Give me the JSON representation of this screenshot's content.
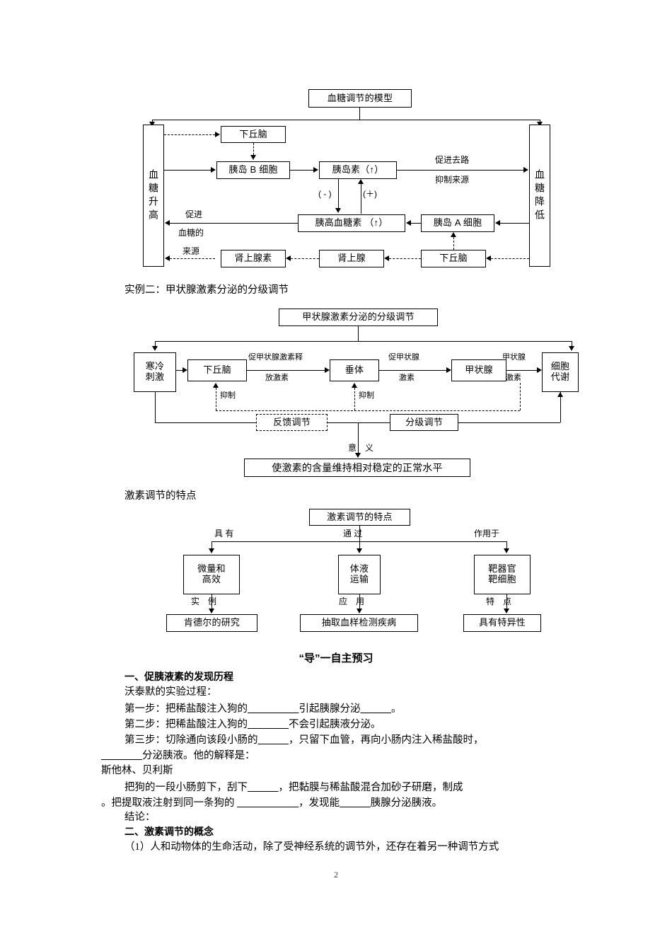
{
  "document": {
    "page_number": "2"
  },
  "diagram1": {
    "title": "血糖调节的模型",
    "left_column": "血糖升高",
    "right_column": "血糖降低",
    "nodes": {
      "hypothalamus_top": "下丘脑",
      "islet_b": "胰岛 B 细胞",
      "insulin": "胰岛素（↑）",
      "glucagon": "胰高血糖素 （↑）",
      "islet_a": "胰岛 A 细胞",
      "adrenaline": "肾上腺素",
      "adrenal_gland": "肾上腺",
      "hypothalamus_bottom": "下丘脑"
    },
    "labels": {
      "promote_outlet": "促进去路",
      "inhibit_source": "抑制来源",
      "minus": "( - )",
      "plus": "(＋)",
      "promote_1": "促进",
      "promote_2": "血糖的",
      "promote_3": "来源"
    }
  },
  "case2_intro": "实例二：甲状腺激素分泌的分级调节",
  "diagram2": {
    "title": "甲状腺激素分泌的分级调节",
    "nodes": {
      "cold_stimulus": "寒冷\n刺激",
      "hypothalamus": "下丘脑",
      "pituitary": "垂体",
      "thyroid": "甲状腺",
      "cell_metabolism": "细胞\n代谢",
      "feedback_regulation": "反馈调节",
      "hierarchical_regulation": "分级调节",
      "significance_box": "使激素的含量维持相对稳定的正常水平"
    },
    "labels": {
      "trh_1": "促甲状腺激素释",
      "trh_2": "放激素",
      "tsh_1": "促甲状腺",
      "tsh_2": "激素",
      "th_1": "甲状腺",
      "th_2": "激素",
      "inhibit_1": "抑制",
      "inhibit_2": "抑制",
      "meaning": "意　义"
    }
  },
  "features_intro": "激素调节的特点",
  "diagram3": {
    "title": "激素调节的特点",
    "branch_labels": [
      "具 有",
      "通 过",
      "作用于"
    ],
    "middle_boxes": [
      "微量和\n高效",
      "体液\n运输",
      "靶器官\n靶细胞"
    ],
    "link_labels": [
      "实　例",
      "应　用",
      "特　点"
    ],
    "bottom_boxes": [
      "肯德尔的研究",
      "抽取血样检测疾病",
      "具有特异性"
    ]
  },
  "section": {
    "title": "“导”一自主预习",
    "h1": "一、促胰液素的发现历程",
    "line_walther": "沃泰默的实验过程：",
    "step1_a": "第一步：把稀盐酸注入狗的",
    "step1_blank1": "＿＿＿＿＿",
    "step1_b": "引起胰腺分泌",
    "step1_blank2": "＿＿＿",
    "step1_c": "。",
    "step2_a": "第二步：把稀盐酸注入狗的",
    "step2_blank1": "＿＿＿＿",
    "step2_b": "不会引起胰液分泌。",
    "step3_a": "第三步：切除通向该段小肠的",
    "step3_blank1": "＿＿＿",
    "step3_b": "，只留下血管，再向小肠内注入稀盐酸时，",
    "step3_c_blank": "＿＿＿＿",
    "step3_c": "分泌胰液。他的解释是：",
    "name_line": "斯他林、贝利斯",
    "para_a1": "把狗的一段小肠剪下，刮下",
    "para_a_blank": "＿＿＿",
    "para_a2": "，把黏膜与稀盐酸混合加砂子研磨，制成",
    "para_b1": "。把提取液注射到同一条狗的 ",
    "para_b_blank1": "＿＿＿＿＿＿",
    "para_b2": "，发现能",
    "para_b_blank2": "＿＿＿",
    "para_b3": "胰腺分泌胰液。",
    "conclusion": "结论：",
    "h2": "二、激素调节的概念",
    "item1": "（1）人和动物体的生命活动，除了受神经系统的调节外，还存在着另一种调节方式"
  }
}
